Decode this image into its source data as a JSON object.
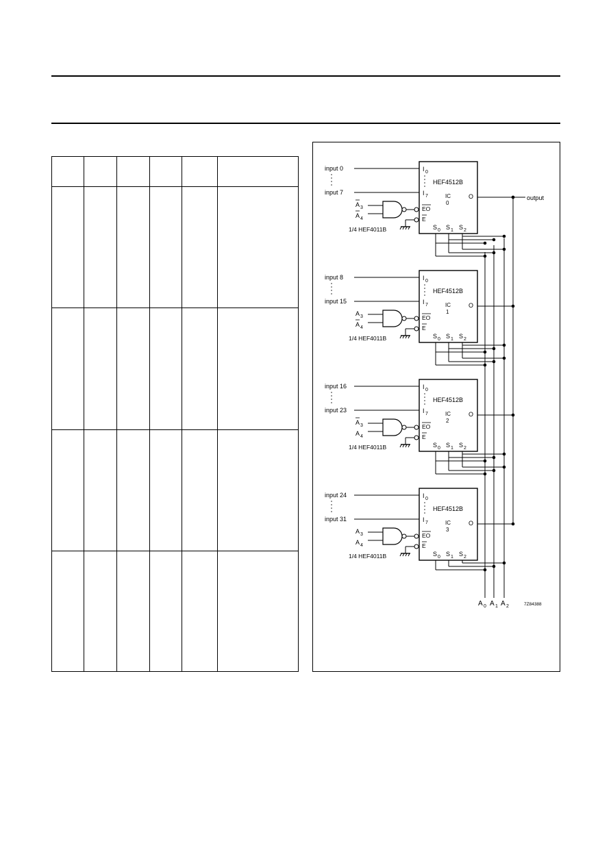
{
  "figure": {
    "code": "7Z84388",
    "output_label": "output",
    "gate_label": "1/4 HEF4011B",
    "ic_part": "HEF4512B",
    "ic_label": "IC",
    "pins": {
      "i0": "I",
      "i0_sub": "0",
      "i7": "I",
      "i7_sub": "7",
      "eo": "EO",
      "e": "E",
      "o": "O",
      "s": "S",
      "s0_sub": "0",
      "s1_sub": "1",
      "s2_sub": "2",
      "a": "A",
      "a3_sub": "3",
      "a4_sub": "4"
    },
    "address_lines": [
      {
        "letter": "A",
        "sub": "0"
      },
      {
        "letter": "A",
        "sub": "1"
      },
      {
        "letter": "A",
        "sub": "2"
      }
    ],
    "ics": [
      {
        "number": "0",
        "first_input": "input 0",
        "last_input": "input 7",
        "a3_bar": true,
        "a4_bar": true
      },
      {
        "number": "1",
        "first_input": "input 8",
        "last_input": "input 15",
        "a3_bar": false,
        "a4_bar": true
      },
      {
        "number": "2",
        "first_input": "input 16",
        "last_input": "input 23",
        "a3_bar": true,
        "a4_bar": false
      },
      {
        "number": "3",
        "first_input": "input 24",
        "last_input": "input 31",
        "a3_bar": false,
        "a4_bar": false
      }
    ]
  }
}
